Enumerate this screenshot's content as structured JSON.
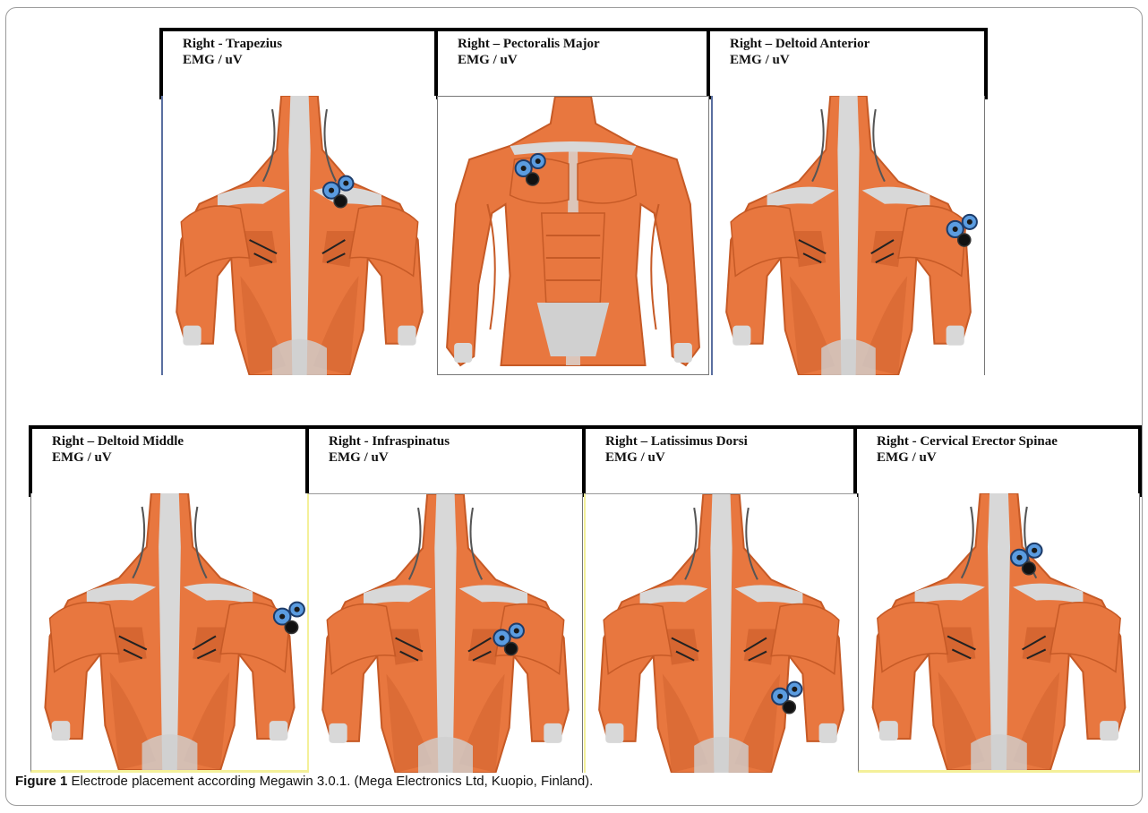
{
  "panels": [
    {
      "muscle": "Right - Trapezius",
      "unit": "EMG / uV",
      "view": "back",
      "icon": "back-muscles-trapezius-electrode-icon"
    },
    {
      "muscle": "Right – Pectoralis Major",
      "unit": "EMG / uV",
      "view": "front",
      "icon": "front-muscles-pectoralis-electrode-icon"
    },
    {
      "muscle": "Right – Deltoid Anterior",
      "unit": "EMG / uV",
      "view": "back",
      "icon": "back-muscles-deltoid-anterior-electrode-icon"
    },
    {
      "muscle": "Right – Deltoid Middle",
      "unit": "EMG / uV",
      "view": "back",
      "icon": "back-muscles-deltoid-middle-electrode-icon"
    },
    {
      "muscle": "Right - Infraspinatus",
      "unit": "EMG / uV",
      "view": "back",
      "icon": "back-muscles-infraspinatus-electrode-icon"
    },
    {
      "muscle": "Right – Latissimus Dorsi",
      "unit": "EMG / uV",
      "view": "back",
      "icon": "back-muscles-latissimus-electrode-icon"
    },
    {
      "muscle": "Right - Cervical Erector Spinae",
      "unit": "EMG / uV",
      "view": "back",
      "icon": "back-muscles-cervical-erector-electrode-icon"
    }
  ],
  "caption": {
    "label": "Figure 1",
    "text": " Electrode placement according Megawin 3.0.1. (Mega Electronics Ltd, Kuopio, Finland)."
  },
  "colors": {
    "muscle": "#e8773f",
    "muscle_shade": "#c65a26",
    "bone": "#d8d8d8",
    "electrode": "#5b9ce0",
    "electrode_dark": "#111111"
  }
}
